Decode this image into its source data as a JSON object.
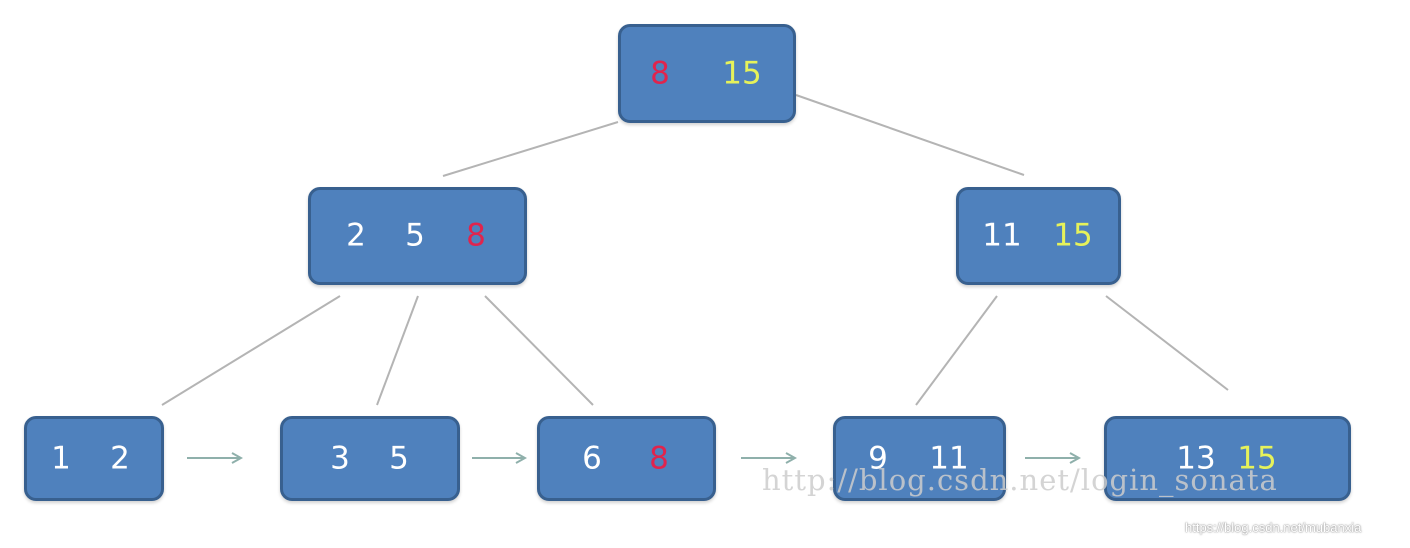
{
  "colors": {
    "node_fill": "#4f81bd",
    "node_border": "#38608f",
    "edge": "#b4b4b4",
    "arrow": "#8fb0ab",
    "key_default": "#ffffff",
    "key_red": "#e0244d",
    "key_yellow": "#e6f25a"
  },
  "diagram": {
    "nodes": [
      {
        "id": "root",
        "keys": [
          {
            "text": "8",
            "color": "red"
          },
          {
            "text": "15",
            "color": "yellow"
          }
        ]
      },
      {
        "id": "internal-left",
        "keys": [
          {
            "text": "2",
            "color": "default"
          },
          {
            "text": "5",
            "color": "default"
          },
          {
            "text": "8",
            "color": "red"
          }
        ]
      },
      {
        "id": "internal-right",
        "keys": [
          {
            "text": "11",
            "color": "default"
          },
          {
            "text": "15",
            "color": "yellow"
          }
        ]
      },
      {
        "id": "leaf-1",
        "keys": [
          {
            "text": "1",
            "color": "default"
          },
          {
            "text": "2",
            "color": "default"
          }
        ]
      },
      {
        "id": "leaf-2",
        "keys": [
          {
            "text": "3",
            "color": "default"
          },
          {
            "text": "5",
            "color": "default"
          }
        ]
      },
      {
        "id": "leaf-3",
        "keys": [
          {
            "text": "6",
            "color": "default"
          },
          {
            "text": "8",
            "color": "red"
          }
        ]
      },
      {
        "id": "leaf-4",
        "keys": [
          {
            "text": "9",
            "color": "default"
          },
          {
            "text": "11",
            "color": "default"
          }
        ]
      },
      {
        "id": "leaf-5",
        "keys": [
          {
            "text": "13",
            "color": "default"
          },
          {
            "text": "15",
            "color": "yellow"
          }
        ]
      }
    ],
    "edges": [
      {
        "from": "root",
        "to": "internal-left"
      },
      {
        "from": "root",
        "to": "internal-right"
      },
      {
        "from": "internal-left",
        "to": "leaf-1"
      },
      {
        "from": "internal-left",
        "to": "leaf-2"
      },
      {
        "from": "internal-left",
        "to": "leaf-3"
      },
      {
        "from": "internal-right",
        "to": "leaf-4"
      },
      {
        "from": "internal-right",
        "to": "leaf-5"
      }
    ],
    "leaf_links": [
      {
        "from": "leaf-1",
        "to": "leaf-2"
      },
      {
        "from": "leaf-2",
        "to": "leaf-3"
      },
      {
        "from": "leaf-3",
        "to": "leaf-4"
      },
      {
        "from": "leaf-4",
        "to": "leaf-5"
      }
    ]
  },
  "watermark": {
    "overlay_text": "http://blog.csdn.net/login_sonata",
    "corner_text": "https://blog.csdn.net/mubanxia"
  }
}
